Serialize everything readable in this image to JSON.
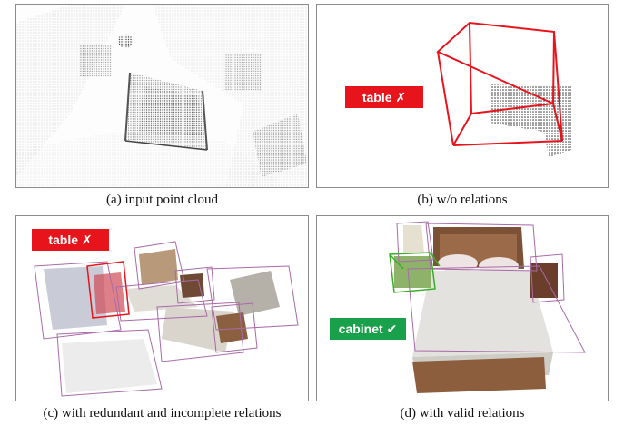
{
  "panels": {
    "a": {
      "caption": "(a) input point cloud"
    },
    "b": {
      "caption": "(b) w/o relations",
      "tag": "table ✗",
      "tag_color": "#e8141c"
    },
    "c": {
      "caption": "(c) with redundant and incomplete relations",
      "tag": "table ✗",
      "tag_color": "#e8141c"
    },
    "d": {
      "caption": "(d) with valid relations",
      "tag": "cabinet ✔",
      "tag_color": "#19a04a"
    }
  }
}
